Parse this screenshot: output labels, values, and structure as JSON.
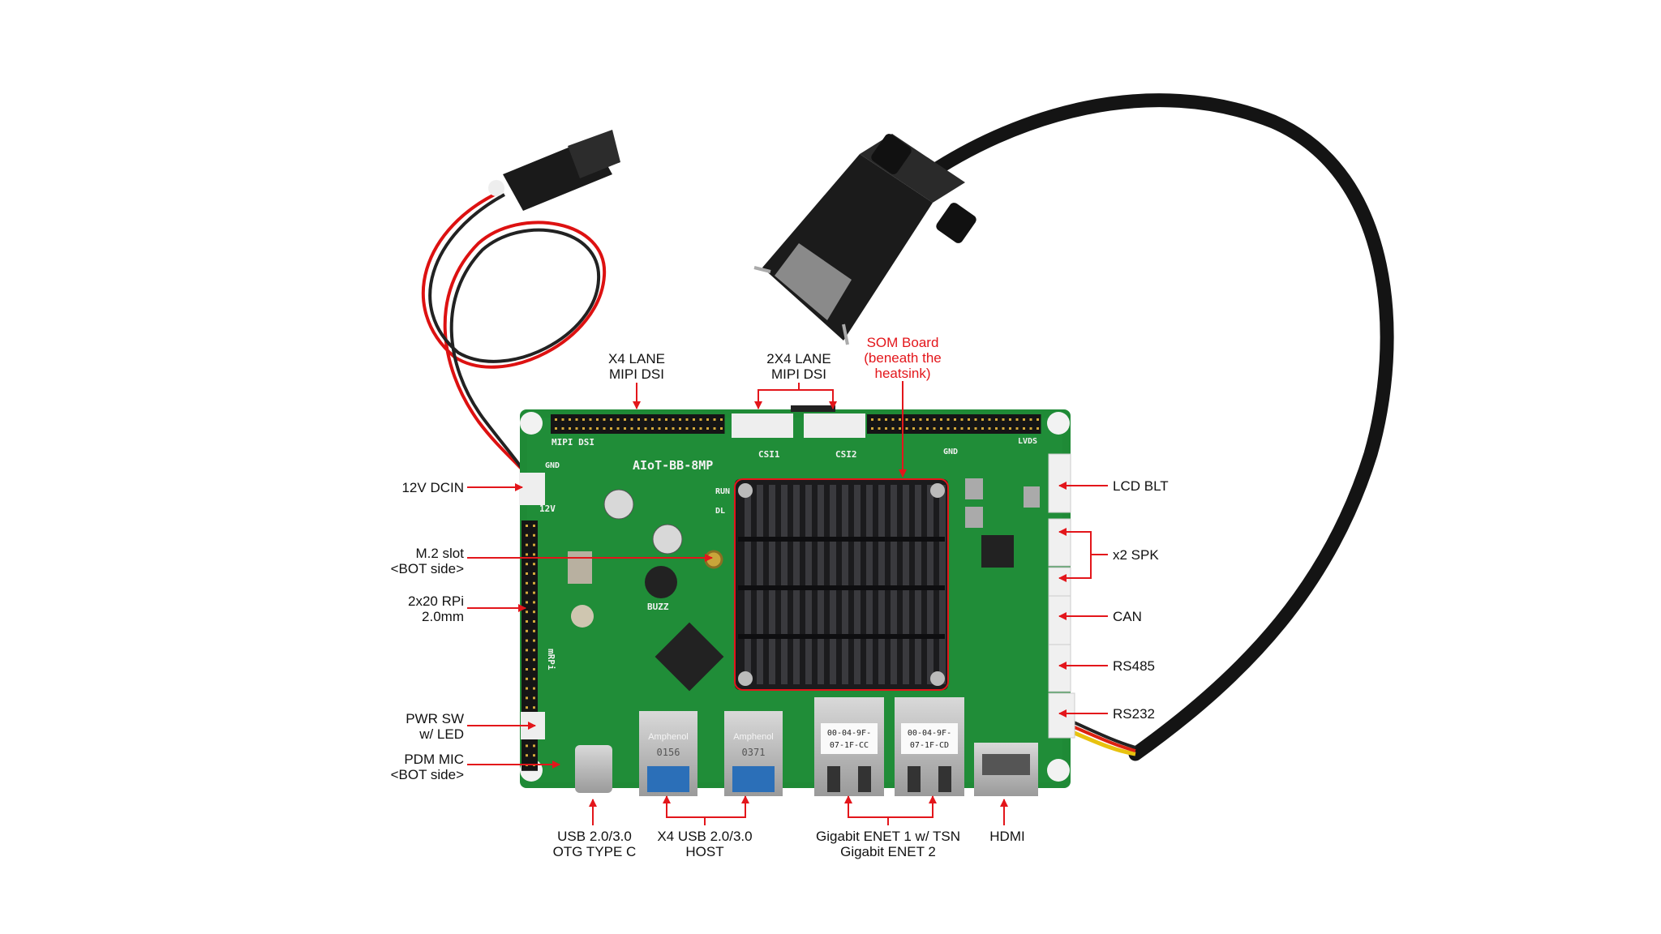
{
  "colors": {
    "annotation": "#e3161b",
    "pcb": "#1f8a36",
    "heatsink": "#1b1b1d",
    "text": "#111111"
  },
  "labels": {
    "top": {
      "x4_lane_line1": "X4 LANE",
      "x4_lane_line2": "MIPI DSI",
      "x2x4_lane_line1": "2X4 LANE",
      "x2x4_lane_line2": "MIPI DSI",
      "som_line1": "SOM Board",
      "som_line2": "(beneath the",
      "som_line3": "heatsink)"
    },
    "left": {
      "dcin": "12V DCIN",
      "m2_line1": "M.2 slot",
      "m2_line2": "<BOT side>",
      "rpi_line1": "2x20 RPi",
      "rpi_line2": "2.0mm",
      "pwr_line1": "PWR SW",
      "pwr_line2": "w/ LED",
      "pdm_line1": "PDM MIC",
      "pdm_line2": "<BOT side>"
    },
    "right": {
      "lcd_blt": "LCD BLT",
      "spk": "x2 SPK",
      "can": "CAN",
      "rs485": "RS485",
      "rs232": "RS232"
    },
    "bottom": {
      "otg_line1": "USB 2.0/3.0",
      "otg_line2": "OTG TYPE C",
      "usb_line1": "X4 USB 2.0/3.0",
      "usb_line2": "HOST",
      "enet_line1": "Gigabit ENET 1 w/ TSN",
      "enet_line2": "Gigabit ENET 2",
      "hdmi": "HDMI"
    }
  },
  "board": {
    "name": "AIoT-BB-8MP",
    "silk_mipi": "MIPI DSI",
    "silk_csi1": "CSI1",
    "silk_csi2": "CSI2",
    "silk_buzz": "BUZZ",
    "silk_12v": "12V",
    "silk_gnd": "GND",
    "silk_gnd2": "GND",
    "silk_lvds": "LVDS",
    "silk_run": "RUN",
    "silk_dl": "DL",
    "silk_rpi": "mRPi",
    "usb1_brand": "Amphenol",
    "usb1_code": "0156",
    "usb2_brand": "Amphenol",
    "usb2_code": "0371",
    "enet1_mac_line1": "00-04-9F-",
    "enet1_mac_line2": "07-1F-CC",
    "enet2_mac_line1": "00-04-9F-",
    "enet2_mac_line2": "07-1F-CD"
  }
}
